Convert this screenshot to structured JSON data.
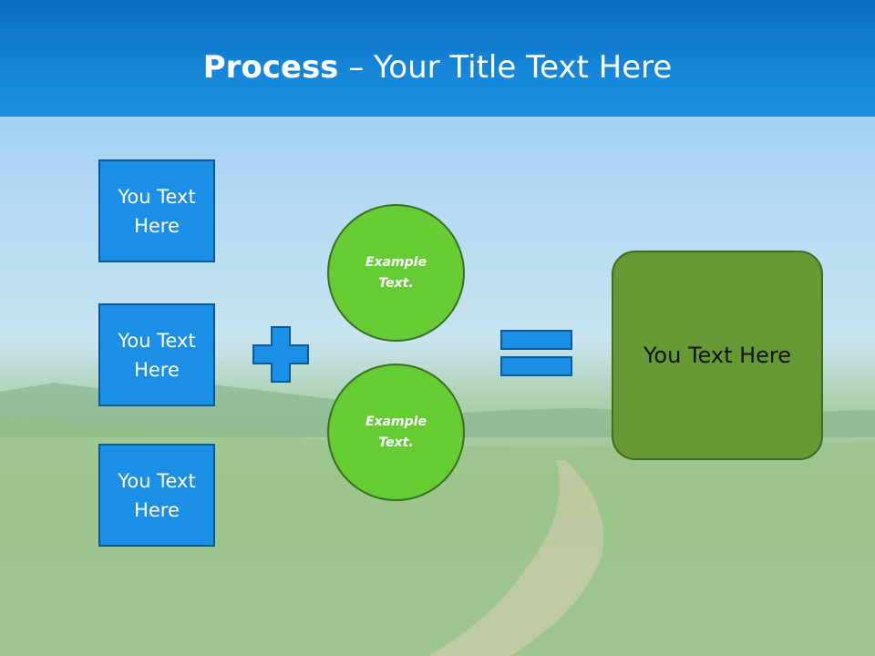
{
  "slide": {
    "title_bold": "Process",
    "title_rest": " – Your Title Text Here",
    "inputs": [
      {
        "line1": "You Text",
        "line2": "Here"
      },
      {
        "line1": "You Text",
        "line2": "Here"
      },
      {
        "line1": "You Text",
        "line2": "Here"
      }
    ],
    "circles": [
      {
        "line1": "Example",
        "line2": "Text."
      },
      {
        "line1": "Example",
        "line2": "Text."
      }
    ],
    "result_label": "You Text Here"
  },
  "colors": {
    "header": "#1585d8",
    "input_box": "#1b8ee6",
    "circle": "#66cc33",
    "result_box": "#669933"
  },
  "icons": {
    "operator_1": "plus-icon",
    "operator_2": "equals-icon"
  }
}
